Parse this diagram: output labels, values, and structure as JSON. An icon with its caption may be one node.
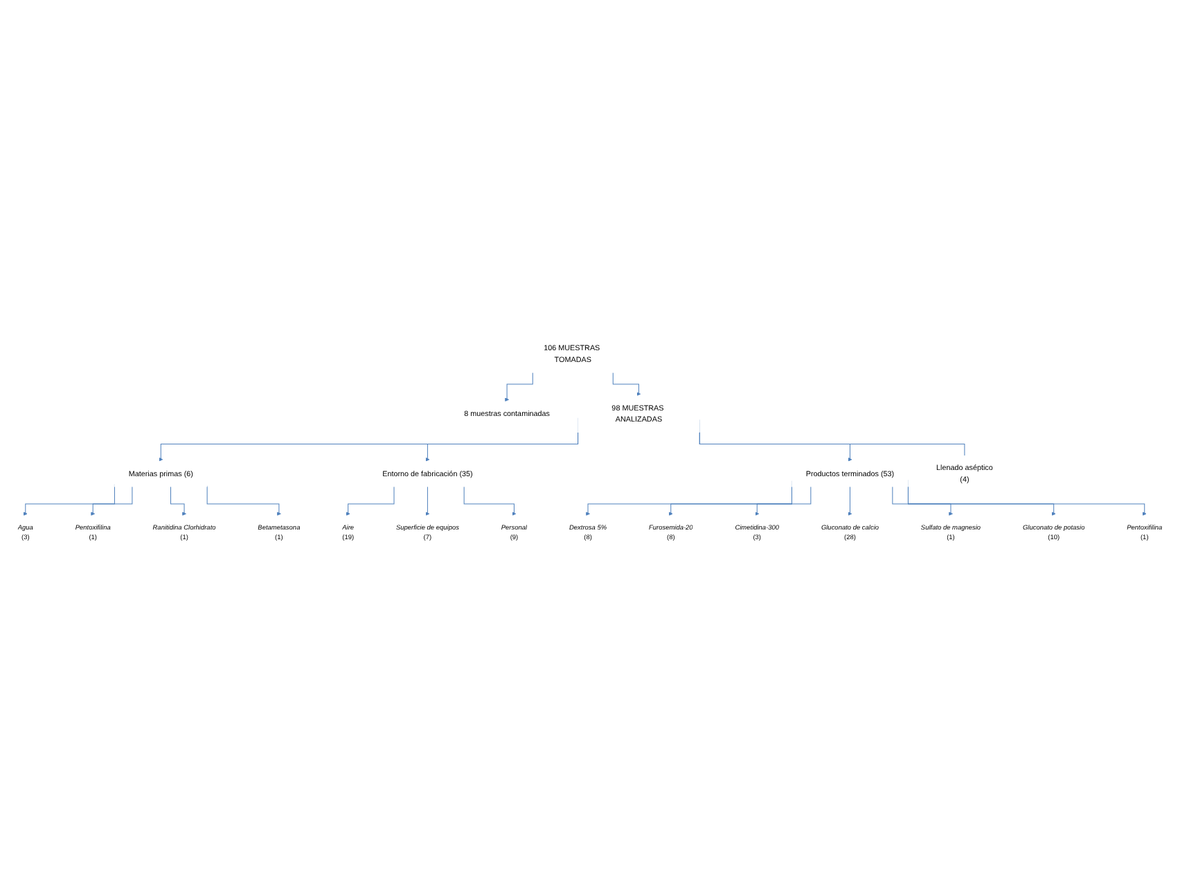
{
  "diagram": {
    "nodes": [
      {
        "text": [
          "106 MUESTRAS TOMADAS"
        ]
      },
      {
        "text": [
          "8 muestras contaminadas"
        ]
      },
      {
        "text": [
          "98 MUESTRAS ANALIZADAS"
        ]
      },
      {
        "text": [
          "Llenado aséptico",
          "(4)"
        ]
      },
      {
        "text": [
          "Materias primas  (6)"
        ]
      },
      {
        "text": [
          "Entorno de fabricación  (35)"
        ]
      },
      {
        "text": [
          "Agua",
          "(3)"
        ]
      },
      {
        "text": [
          "Pentoxifilina",
          "(1)"
        ]
      },
      {
        "text": [
          "Ranitidina Clorhidrato",
          "(1)"
        ]
      },
      {
        "text": [
          "Betametasona",
          "(1)"
        ]
      },
      {
        "text": [
          "Aire",
          "(19)"
        ]
      },
      {
        "text": [
          "Superficie de equipos",
          "(7)"
        ]
      },
      {
        "text": [
          "Personal",
          "(9)"
        ]
      },
      {
        "text": [
          "Productos terminados  (53)"
        ]
      },
      {
        "text": [
          "Dextrosa 5%",
          "(8)"
        ]
      },
      {
        "text": [
          "Furosemida-20",
          "(8)"
        ]
      },
      {
        "text": [
          "Cimetidina-300",
          "(3)"
        ]
      },
      {
        "text": [
          "Gluconato de calcio",
          "(28)"
        ]
      },
      {
        "text": [
          "Sulfato de magnesio",
          "(1)"
        ]
      },
      {
        "text": [
          "Gluconato de potasio",
          "(10)"
        ]
      },
      {
        "text": [
          "Pentoxifilina",
          "(1)"
        ]
      }
    ],
    "edges": [
      {
        "from": 0,
        "to": 2,
        "arrow": "to"
      },
      {
        "from": 0,
        "to": 1,
        "arrow": "to"
      },
      {
        "from": 2,
        "to": 3,
        "arrow": "none"
      },
      {
        "from": 2,
        "to": 4,
        "arrow": "to"
      },
      {
        "from": 2,
        "to": 5,
        "arrow": "to"
      },
      {
        "from": 2,
        "to": 13,
        "arrow": "to"
      },
      {
        "from": 4,
        "to": 6,
        "arrow": "to"
      },
      {
        "from": 4,
        "to": 7,
        "arrow": "to"
      },
      {
        "from": 4,
        "to": 8,
        "arrow": "to"
      },
      {
        "from": 4,
        "to": 9,
        "arrow": "to"
      },
      {
        "from": 5,
        "to": 10,
        "arrow": "to"
      },
      {
        "from": 5,
        "to": 11,
        "arrow": "to"
      },
      {
        "from": 5,
        "to": 12,
        "arrow": "to"
      },
      {
        "from": 13,
        "to": 14,
        "arrow": "to"
      },
      {
        "from": 13,
        "to": 15,
        "arrow": "to"
      },
      {
        "from": 13,
        "to": 16,
        "arrow": "to"
      },
      {
        "from": 13,
        "to": 17,
        "arrow": "to"
      },
      {
        "from": 13,
        "to": 18,
        "arrow": "to"
      },
      {
        "from": 13,
        "to": 19,
        "arrow": "to"
      },
      {
        "from": 13,
        "to": 20,
        "arrow": "to"
      }
    ]
  }
}
